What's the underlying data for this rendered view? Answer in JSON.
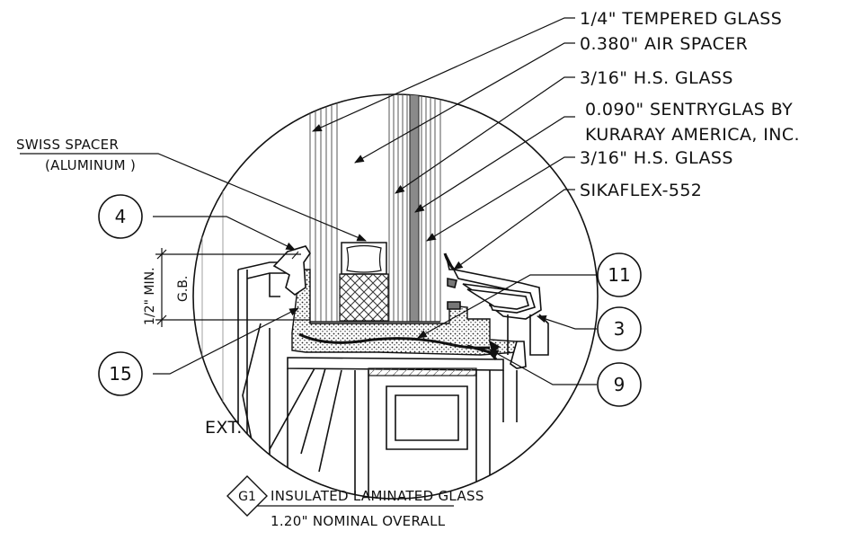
{
  "callouts": {
    "tempered_glass": "1/4\" TEMPERED GLASS",
    "air_spacer": "0.380\" AIR SPACER",
    "hs_glass_1": "3/16\" H.S. GLASS",
    "sentryglas_line1": "0.090\" SENTRYGLAS BY",
    "sentryglas_line2": "KURARAY AMERICA, INC.",
    "hs_glass_2": "3/16\" H.S. GLASS",
    "sikaflex": "SIKAFLEX-552",
    "swiss_spacer_line1": "SWISS SPACER",
    "swiss_spacer_line2": "(ALUMINUM )"
  },
  "tags": {
    "tag_4": "4",
    "tag_11": "11",
    "tag_3": "3",
    "tag_15": "15",
    "tag_9": "9"
  },
  "dimensions": {
    "min_label": "1/2\" MIN.",
    "gb_label": "G.B."
  },
  "side_label": "EXT.",
  "title_block": {
    "symbol": "G1",
    "title": "INSULATED LAMINATED GLASS",
    "subtitle": "1.20\" NOMINAL OVERALL"
  },
  "colors": {
    "ink": "#111111",
    "hatch": "#666666",
    "interlayer": "#8a8a8a"
  }
}
